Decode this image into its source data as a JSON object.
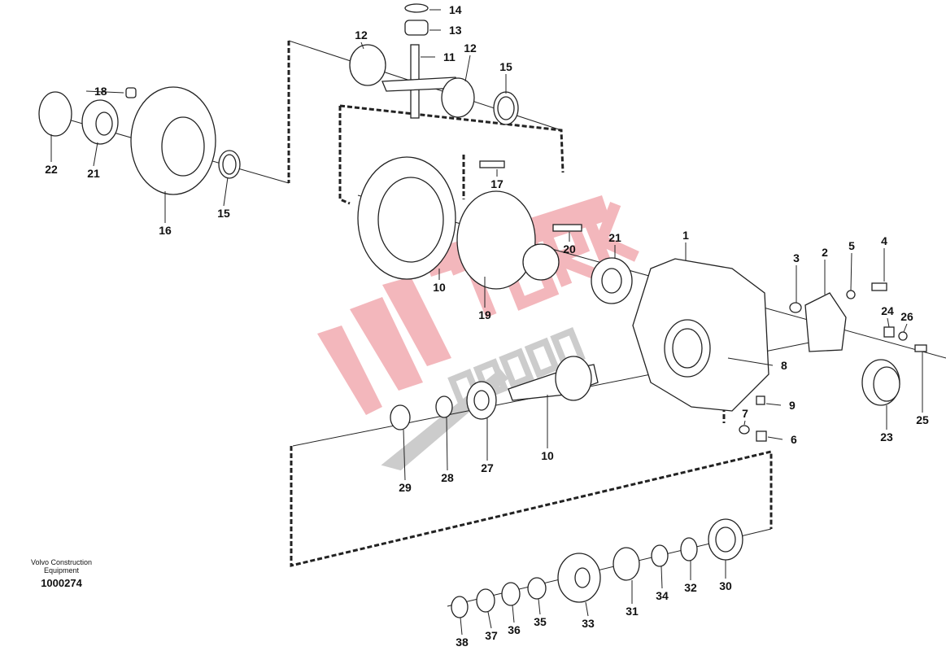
{
  "diagram": {
    "caption_maker": "Volvo Construction Equipment",
    "caption_maker_line1": "Volvo Construction",
    "caption_maker_line2": "Equipment",
    "drawing_number": "1000274",
    "watermark": "TURK SANZIMAN",
    "watermark_colors": {
      "red": "#e8727c",
      "gray": "#9a9a9a"
    },
    "callouts": [
      "14",
      "13",
      "11",
      "12",
      "12",
      "15",
      "18",
      "22",
      "21",
      "16",
      "15",
      "17",
      "20",
      "10",
      "19",
      "21",
      "1",
      "3",
      "2",
      "5",
      "4",
      "24",
      "26",
      "8",
      "9",
      "7",
      "6",
      "23",
      "25",
      "10",
      "27",
      "28",
      "29",
      "30",
      "32",
      "34",
      "31",
      "33",
      "35",
      "36",
      "37",
      "38"
    ]
  }
}
